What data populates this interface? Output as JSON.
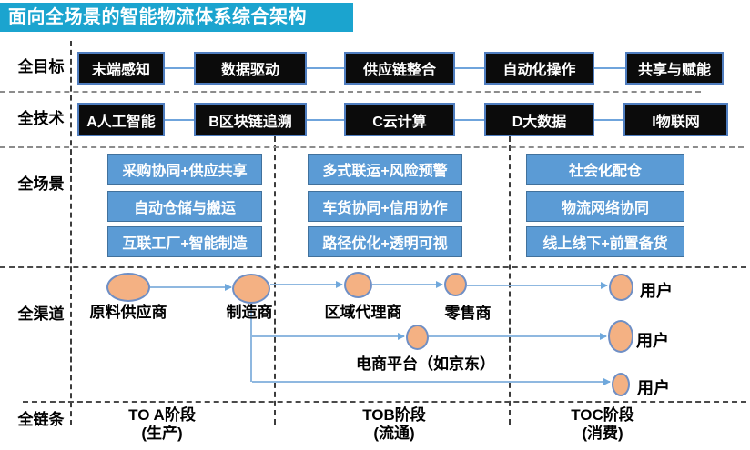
{
  "title": "面向全场景的智能物流体系综合架构",
  "sections": {
    "goals": {
      "label": "全目标",
      "items": [
        "末端感知",
        "数据驱动",
        "供应链整合",
        "自动化操作",
        "共享与赋能"
      ]
    },
    "tech": {
      "label": "全技术",
      "items": [
        "A人工智能",
        "B区块链追溯",
        "C云计算",
        "D大数据",
        "I物联网"
      ]
    },
    "scenes": {
      "label": "全场景",
      "col1": [
        "采购协同+供应共享",
        "自动仓储与搬运",
        "互联工厂+智能制造"
      ],
      "col2": [
        "多式联运+风险预警",
        "车货协同+信用协作",
        "路径优化+透明可视"
      ],
      "col3": [
        "社会化配仓",
        "物流网络协同",
        "线上线下+前置备货"
      ]
    },
    "channels": {
      "label": "全渠道",
      "supplier": "原料供应商",
      "manufacturer": "制造商",
      "agent": "区域代理商",
      "retailer": "零售商",
      "ecommerce": "电商平台（如京东）",
      "user1": "用户",
      "user2": "用户",
      "user3": "用户"
    },
    "chain": {
      "label": "全链条",
      "stage1": {
        "name": "TO A阶段",
        "sub": "(生产)"
      },
      "stage2": {
        "name": "TOB阶段",
        "sub": "(流通)"
      },
      "stage3": {
        "name": "TOC阶段",
        "sub": "(消费)"
      }
    }
  },
  "colors": {
    "title_bar": "#1BA4CF",
    "black_box": "#0B0B0B",
    "black_box_border": "#4f7dbf",
    "scene_box": "#5B9BD5",
    "node_fill": "#F4B183",
    "node_border": "#6f8fc5",
    "connector": "#8FB8E0"
  }
}
